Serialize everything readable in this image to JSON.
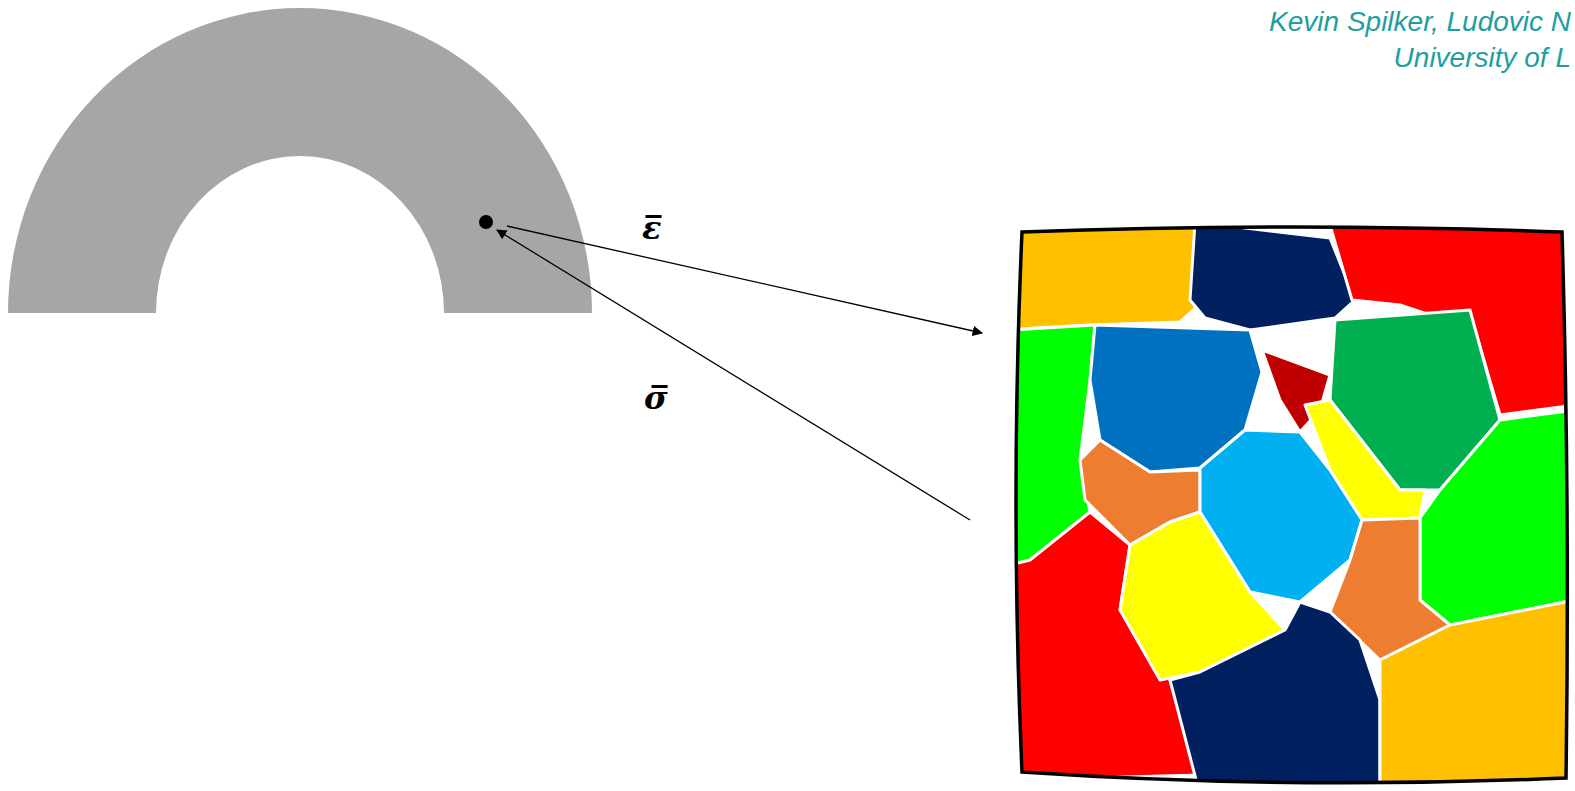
{
  "diagram": {
    "labels": [
      "Kevin Spilker, Ludovic N",
      "University of L",
      "ε̅",
      "σ̅"
    ]
  }
}
